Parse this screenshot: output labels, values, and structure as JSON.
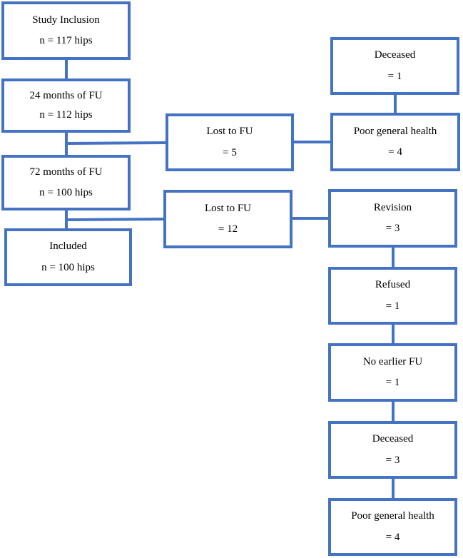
{
  "boxes": {
    "study_inclusion": {
      "title": "Study Inclusion",
      "value": "n = 117 hips"
    },
    "months_24": {
      "title": "24 months of FU",
      "value": "n = 112 hips"
    },
    "months_72": {
      "title": "72 months of FU",
      "value": "n = 100 hips"
    },
    "included": {
      "title": "Included",
      "value": "n = 100 hips"
    },
    "lost_to_fu_1": {
      "title": "Lost to FU",
      "value": "= 5"
    },
    "lost_to_fu_2": {
      "title": "Lost to FU",
      "value": "= 12"
    },
    "deceased_1": {
      "title": "Deceased",
      "value": "= 1"
    },
    "poor_health_1": {
      "title": "Poor general health",
      "value": "= 4"
    },
    "revision": {
      "title": "Revision",
      "value": "= 3"
    },
    "refused": {
      "title": "Refused",
      "value": "= 1"
    },
    "no_earlier_fu": {
      "title": "No earlier FU",
      "value": "= 1"
    },
    "deceased_2": {
      "title": "Deceased",
      "value": "= 3"
    },
    "poor_health_2": {
      "title": "Poor general health",
      "value": "= 4"
    }
  },
  "colors": {
    "box_border": "#4472c4",
    "connector": "#4472c4",
    "background": "#ffffff"
  }
}
